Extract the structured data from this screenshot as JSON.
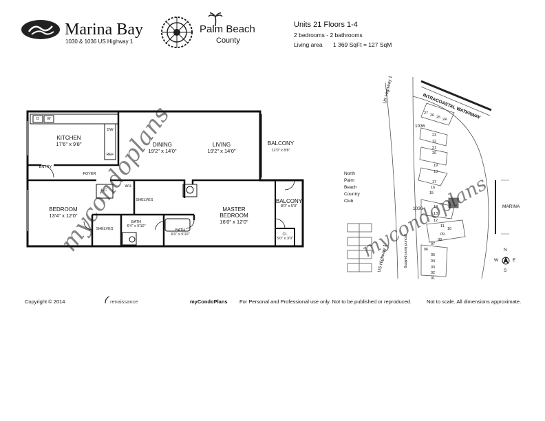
{
  "header": {
    "brand_title": "Marina Bay",
    "brand_address": "1030 & 1036 US Highway 1",
    "county_line1": "Palm Beach",
    "county_line2": "County",
    "unit_title": "Units 21 Floors 1-4",
    "bedrooms_line": "2 bedrooms - 2 bathrooms",
    "living_area_label": "Living area",
    "living_area_value": "1 369 SqFt = 127 SqM"
  },
  "floorplan": {
    "rooms": [
      {
        "name": "KITCHEN",
        "dims": "17'6\" x 9'8\""
      },
      {
        "name": "DINING",
        "dims": "19'2\" x 14'0\""
      },
      {
        "name": "LIVING",
        "dims": "19'2\" x 14'0\""
      },
      {
        "name": "BALCONY",
        "dims": "12'0\" x 8'8\""
      },
      {
        "name": "BEDROOM",
        "dims": "13'4\" x 12'0\""
      },
      {
        "name": "MASTER BEDROOM",
        "dims": "16'0\" x 12'0\""
      },
      {
        "name": "BALCONY",
        "dims": "8'0\" x 5'0\""
      }
    ],
    "labels": {
      "d": "D",
      "w": "W",
      "dw": "DW",
      "ref": "REF",
      "entry": "ENTRY",
      "foyer": "FOYER",
      "ac": "A/C",
      "wh": "WH",
      "shelves_hall": "SHELVES",
      "shelves_bed": "SHELVES",
      "bath1": "BATH",
      "bath1_dims": "6'4\" x 5'10\"",
      "bath2": "BATH",
      "bath2_dims": "6'0\" x 5'10\"",
      "cl": "CL",
      "cl_dims": "5'0\" x 3'0\""
    }
  },
  "siteplan": {
    "intracoastal": "INTRACOASTAL WATERWAY",
    "us_highway_top": "US Highway 1",
    "us_highway_bottom": "US Highway 1",
    "building_1036": "1036",
    "building_1030": "1030",
    "country_club": [
      "North",
      "Palm",
      "Beach",
      "Country",
      "Club"
    ],
    "marina": "MARINA",
    "compass": {
      "n": "N",
      "s": "S",
      "e": "E",
      "w": "W"
    },
    "ground_level": "ground level parking",
    "unit_numbers": [
      "27",
      "26",
      "25",
      "24",
      "23",
      "22",
      "21",
      "20",
      "19",
      "18",
      "17",
      "16",
      "15",
      "14",
      "13",
      "12",
      "11",
      "10",
      "09",
      "08",
      "07",
      "06",
      "05",
      "04",
      "03",
      "02",
      "01"
    ]
  },
  "watermark": "mycondoplans",
  "footer": {
    "copyright": "Copyright © 2014",
    "renaissance": "renaissance",
    "mycondoplans": "myCondoPlans",
    "usage": "For Personal and Professional use only.  Not to be published or reproduced.",
    "disclaimer": "Not to scale.  All dimensions approximate."
  }
}
